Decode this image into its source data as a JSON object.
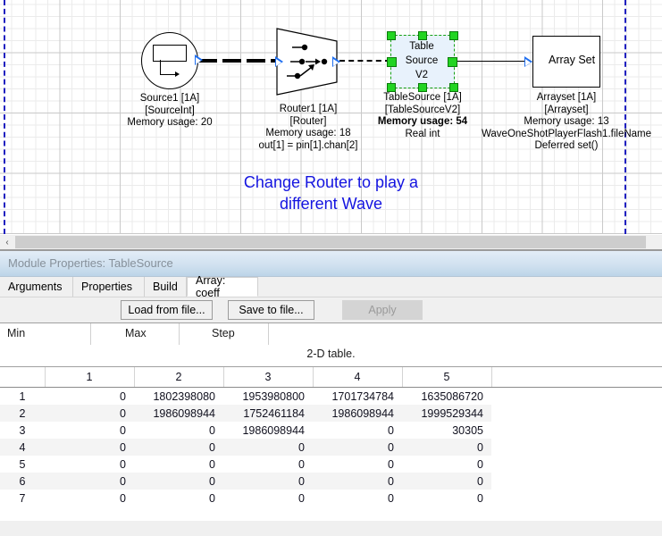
{
  "canvas": {
    "annotation_line1": "Change Router to play a",
    "annotation_line2": "different Wave",
    "annotation_color": "#1414e0",
    "nodes": [
      {
        "id": "source1",
        "shape": "circle-source-icon",
        "caption_lines": [
          "Source1 [1A]",
          "[SourceInt]",
          "Memory usage: 20"
        ]
      },
      {
        "id": "router1",
        "shape": "trapezoid-router-icon",
        "caption_lines": [
          "Router1 [1A]",
          "[Router]",
          "Memory usage: 18",
          "out[1] = pin[1].chan[2]"
        ]
      },
      {
        "id": "tablesource",
        "shape": "selected-box",
        "body_lines": [
          "Table",
          "Source",
          "V2"
        ],
        "caption_lines": [
          "TableSource [1A]",
          "[TableSourceV2]",
          "Memory usage: 54",
          "Real int"
        ],
        "selected": true,
        "selection_color": "#22d422"
      },
      {
        "id": "arrayset",
        "shape": "box",
        "body_text": "Array Set",
        "caption_lines": [
          "Arrayset [1A]",
          "[Arrayset]",
          "Memory usage: 13",
          "WaveOneShotPlayerFlash1.fileName",
          "Deferred set()"
        ]
      }
    ],
    "scrollbar": {
      "left_arrow": "‹"
    }
  },
  "panel": {
    "title": "Module Properties: TableSource",
    "tabs": [
      {
        "label": "Arguments",
        "active": false
      },
      {
        "label": "Properties",
        "active": false
      },
      {
        "label": "Build",
        "active": false
      },
      {
        "label": "Array: coeff",
        "active": true
      }
    ],
    "toolbar": {
      "load_label": "Load from file...",
      "save_label": "Save to file...",
      "apply_label": "Apply",
      "apply_disabled": true
    },
    "minmax": {
      "min_label": "Min",
      "max_label": "Max",
      "step_label": "Step",
      "min_value": "",
      "max_value": "",
      "step_value": ""
    },
    "caption": "2-D table."
  },
  "table_data": {
    "type": "table",
    "column_headers": [
      "1",
      "2",
      "3",
      "4",
      "5"
    ],
    "row_headers": [
      "1",
      "2",
      "3",
      "4",
      "5",
      "6",
      "7"
    ],
    "rows": [
      [
        "0",
        "1802398080",
        "1953980800",
        "1701734784",
        "1635086720"
      ],
      [
        "0",
        "1986098944",
        "1752461184",
        "1986098944",
        "1999529344"
      ],
      [
        "0",
        "0",
        "1986098944",
        "0",
        "30305"
      ],
      [
        "0",
        "0",
        "0",
        "0",
        "0"
      ],
      [
        "0",
        "0",
        "0",
        "0",
        "0"
      ],
      [
        "0",
        "0",
        "0",
        "0",
        "0"
      ],
      [
        "0",
        "0",
        "0",
        "0",
        "0"
      ]
    ]
  }
}
